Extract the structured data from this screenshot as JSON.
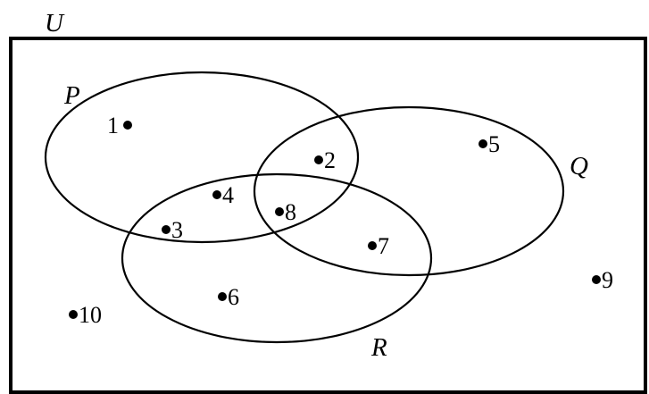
{
  "universe": {
    "label": "U"
  },
  "sets": [
    {
      "id": "P",
      "label": "P"
    },
    {
      "id": "Q",
      "label": "Q"
    },
    {
      "id": "R",
      "label": "R"
    }
  ],
  "elements": [
    {
      "id": "1",
      "label": "1"
    },
    {
      "id": "2",
      "label": "2"
    },
    {
      "id": "3",
      "label": "3"
    },
    {
      "id": "4",
      "label": "4"
    },
    {
      "id": "5",
      "label": "5"
    },
    {
      "id": "6",
      "label": "6"
    },
    {
      "id": "7",
      "label": "7"
    },
    {
      "id": "8",
      "label": "8"
    },
    {
      "id": "9",
      "label": "9"
    },
    {
      "id": "10",
      "label": "10"
    }
  ],
  "colors": {
    "ink": "#000000",
    "background": "#ffffff"
  }
}
